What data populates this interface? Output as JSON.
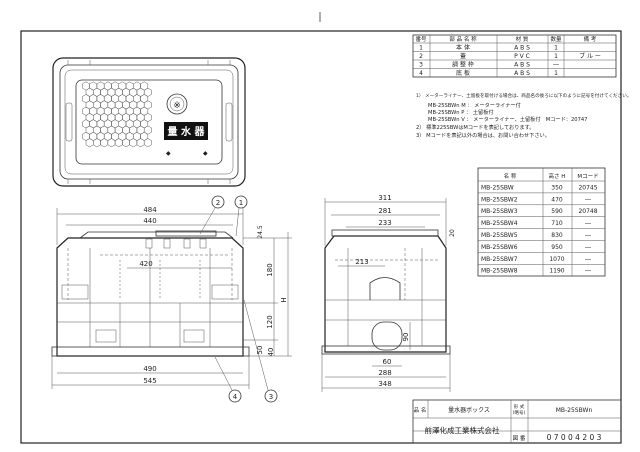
{
  "parts_table": {
    "headers": [
      "番号",
      "部 品 名 称",
      "材 質",
      "数量",
      "備 考"
    ],
    "rows": [
      [
        "1",
        "本 体",
        "A B S",
        "1",
        ""
      ],
      [
        "2",
        "蓋",
        "P V C",
        "1",
        "ブ ル ー"
      ],
      [
        "3",
        "調 整 枠",
        "A B S",
        "―",
        ""
      ],
      [
        "4",
        "底 板",
        "A B S",
        "1",
        ""
      ]
    ]
  },
  "lid_label": "量 水 器",
  "notes": [
    "1） メーターライナー、土留板を取付ける場合は、商品名の後ろに以下のように記号を付けてください。",
    "MB-25SBWn M ： メーターライナー付",
    "MB-25SBWn P ： 土留板付",
    "MB-25SBWn V ： メーターライナー、土留板付　Mコード：20747",
    "2） 標準225SBWはMコードを表記しております。",
    "3） Mコードを表記以外の場合は、お問い合わせ下さい。"
  ],
  "model_table": {
    "headers": [
      "名 称",
      "高さ H",
      "Mコード"
    ],
    "rows": [
      [
        "MB-25SBW",
        "350",
        "20745"
      ],
      [
        "MB-25SBW2",
        "470",
        "―"
      ],
      [
        "MB-25SBW3",
        "590",
        "20748"
      ],
      [
        "MB-25SBW4",
        "710",
        "―"
      ],
      [
        "MB-25SBW5",
        "830",
        "―"
      ],
      [
        "MB-25SBW6",
        "950",
        "―"
      ],
      [
        "MB-25SBW7",
        "1070",
        "―"
      ],
      [
        "MB-25SBW8",
        "1190",
        "―"
      ]
    ]
  },
  "front_dims": {
    "top_outer": "484",
    "top_inner": "440",
    "dim_420": "420",
    "dim_24_5": "24.5",
    "dim_180": "180",
    "dim_H": "H",
    "dim_120": "120",
    "dim_50": "50",
    "dim_40": "40",
    "bottom_inner": "490",
    "bottom_outer": "545"
  },
  "side_dims": {
    "top_311": "311",
    "top_281": "281",
    "top_233": "233",
    "dim_20": "20",
    "dim_213": "213",
    "dim_90": "90",
    "bottom_60": "60",
    "bottom_288": "288",
    "bottom_348": "348"
  },
  "callouts": [
    "1",
    "2",
    "3",
    "4"
  ],
  "title_block": {
    "name_label": "品 名",
    "name_value": "量水器ボックス",
    "model_label": "形 式（略号）",
    "model_value": "MB-25SBWn",
    "company": "前澤化成工業株式会社",
    "drawing_label": "図 番",
    "drawing_number": "0 7 0 0 4 2 0 3"
  }
}
